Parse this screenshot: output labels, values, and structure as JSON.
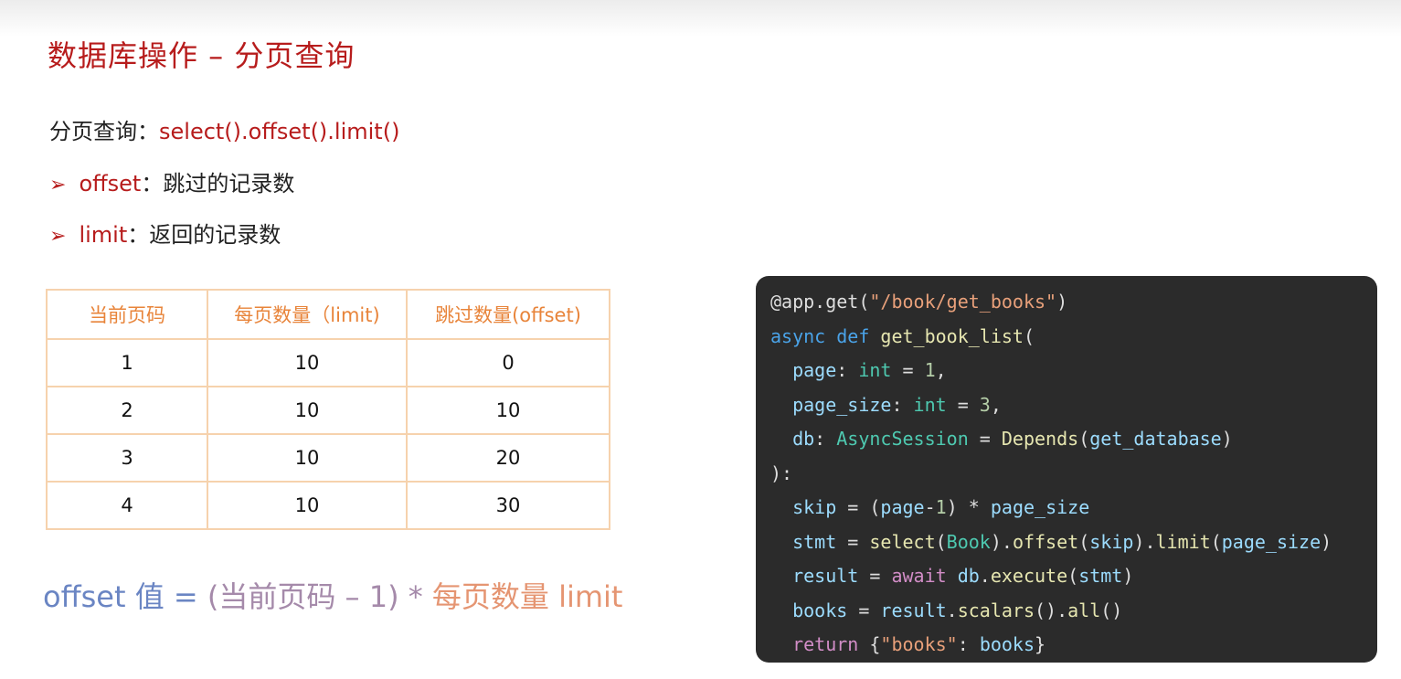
{
  "slide": {
    "title": "数据库操作 – 分页查询",
    "line1_label": "分页查询：",
    "line1_code": "select().offset().limit()",
    "bullets": [
      {
        "term": "offset",
        "desc": "：跳过的记录数"
      },
      {
        "term": "limit",
        "desc": "：返回的记录数"
      }
    ],
    "bullet_icon": "arrow-bullet-icon"
  },
  "table": {
    "headers": [
      "当前页码",
      "每页数量（limit)",
      "跳过数量(offset)"
    ],
    "rows": [
      [
        "1",
        "10",
        "0"
      ],
      [
        "2",
        "10",
        "10"
      ],
      [
        "3",
        "10",
        "20"
      ],
      [
        "4",
        "10",
        "30"
      ]
    ]
  },
  "formula": {
    "part1": "offset 值 = ",
    "part2": "(当前页码 – 1) * ",
    "part3": "每页数量 limit"
  },
  "code": {
    "lines": [
      "@app.get(\"/book/get_books\")",
      "async def get_book_list(",
      "  page: int = 1,",
      "  page_size: int = 3,",
      "  db: AsyncSession = Depends(get_database)",
      "):",
      "  skip = (page-1) * page_size",
      "  stmt = select(Book).offset(skip).limit(page_size)",
      "  result = await db.execute(stmt)",
      "  books = result.scalars().all()",
      "  return {\"books\": books}"
    ]
  },
  "colors": {
    "title_red": "#b71c1c",
    "table_header": "#e8843a",
    "table_border": "#f6d2ad",
    "code_bg": "#2b2b2b"
  }
}
